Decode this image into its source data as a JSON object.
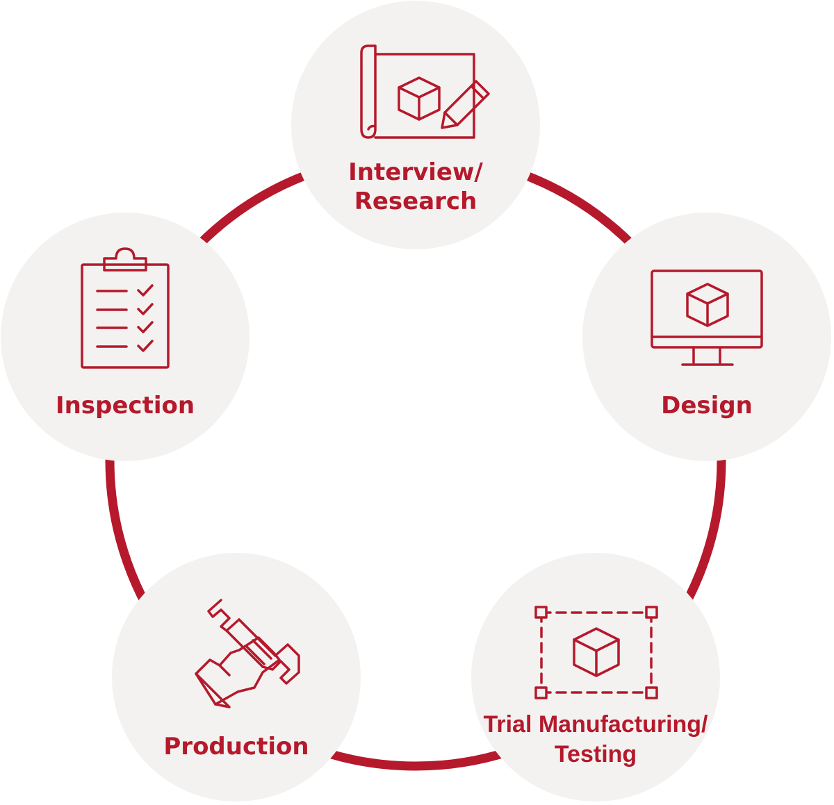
{
  "colors": {
    "accent": "#b5192b",
    "circle_fill": "#f3f2f1",
    "background": "#ffffff"
  },
  "stages": [
    {
      "id": "interview-research",
      "label_lines": [
        "Interview/",
        "Research"
      ],
      "icon": "blueprint-pencil-icon"
    },
    {
      "id": "design",
      "label_lines": [
        "Design"
      ],
      "icon": "monitor-cube-icon"
    },
    {
      "id": "trial-manufacturing-testing",
      "label_lines": [
        "Trial Manufacturing/",
        "Testing"
      ],
      "icon": "selection-cube-icon"
    },
    {
      "id": "production",
      "label_lines": [
        "Production"
      ],
      "icon": "hand-wrench-icon"
    },
    {
      "id": "inspection",
      "label_lines": [
        "Inspection"
      ],
      "icon": "clipboard-checklist-icon"
    }
  ]
}
